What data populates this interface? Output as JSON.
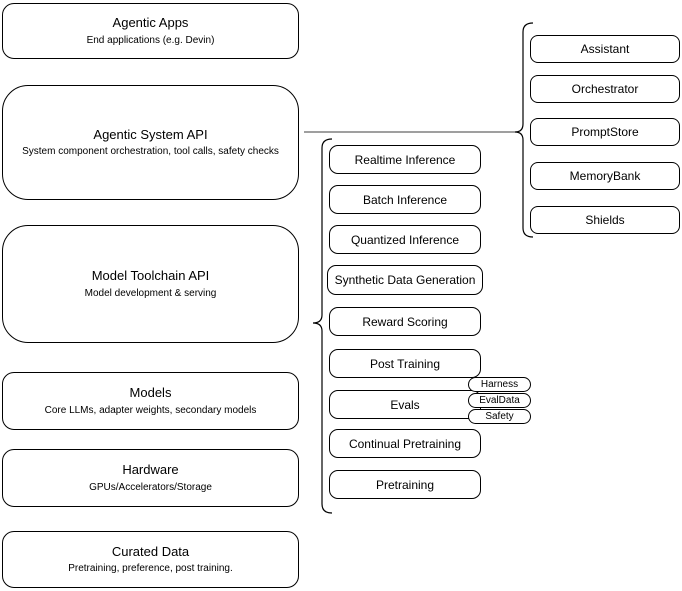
{
  "layers": [
    {
      "title": "Agentic Apps",
      "subtitle": "End applications (e.g. Devin)"
    },
    {
      "title": "Agentic System API",
      "subtitle": "System component orchestration, tool calls, safety checks"
    },
    {
      "title": "Model Toolchain API",
      "subtitle": "Model development & serving"
    },
    {
      "title": "Models",
      "subtitle": "Core LLMs, adapter weights, secondary models"
    },
    {
      "title": "Hardware",
      "subtitle": "GPUs/Accelerators/Storage"
    },
    {
      "title": "Curated Data",
      "subtitle": "Pretraining, preference, post training."
    }
  ],
  "toolchain_items": [
    "Realtime Inference",
    "Batch Inference",
    "Quantized Inference",
    "Synthetic Data Generation",
    "Reward Scoring",
    "Post Training",
    "Evals",
    "Continual Pretraining",
    "Pretraining"
  ],
  "evals_tags": [
    "Harness",
    "EvalData",
    "Safety"
  ],
  "system_components": [
    "Assistant",
    "Orchestrator",
    "PromptStore",
    "MemoryBank",
    "Shields"
  ],
  "colors": {
    "stroke": "#000000",
    "fill": "#ffffff",
    "connector": "#666666"
  }
}
